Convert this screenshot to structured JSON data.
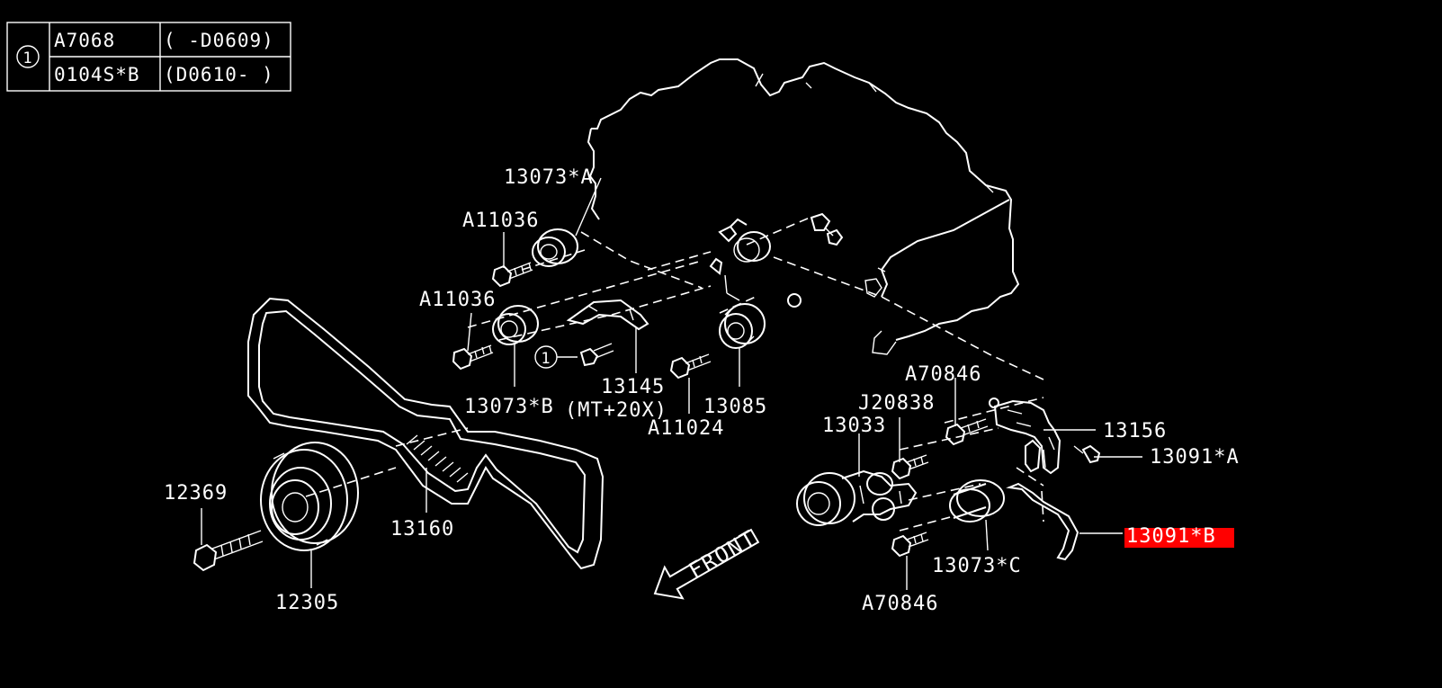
{
  "legend": {
    "marker": "1",
    "rows": [
      {
        "part": "A7068",
        "range": "( -D0609)"
      },
      {
        "part": "0104S*B",
        "range": "(D0610- )"
      }
    ]
  },
  "callouts": [
    {
      "id": "13073-a",
      "text": "13073*A"
    },
    {
      "id": "a11036-top",
      "text": "A11036"
    },
    {
      "id": "a11036-mid",
      "text": "A11036"
    },
    {
      "id": "13073-b",
      "text": "13073*B"
    },
    {
      "id": "mt20x",
      "text": "(MT+20X)"
    },
    {
      "id": "13145",
      "text": "13145"
    },
    {
      "id": "a11024",
      "text": "A11024"
    },
    {
      "id": "13085",
      "text": "13085"
    },
    {
      "id": "a70846-top",
      "text": "A70846"
    },
    {
      "id": "j20838",
      "text": "J20838"
    },
    {
      "id": "13033",
      "text": "13033"
    },
    {
      "id": "13156",
      "text": "13156"
    },
    {
      "id": "13091-a",
      "text": "13091*A"
    },
    {
      "id": "13091-b",
      "text": "13091*B"
    },
    {
      "id": "13073-c",
      "text": "13073*C"
    },
    {
      "id": "a70846-bot",
      "text": "A70846"
    },
    {
      "id": "12369",
      "text": "12369"
    },
    {
      "id": "13160",
      "text": "13160"
    },
    {
      "id": "12305",
      "text": "12305"
    }
  ],
  "ref_marker": "1",
  "front_label": "FRONT",
  "highlight_color": "#ff0000"
}
